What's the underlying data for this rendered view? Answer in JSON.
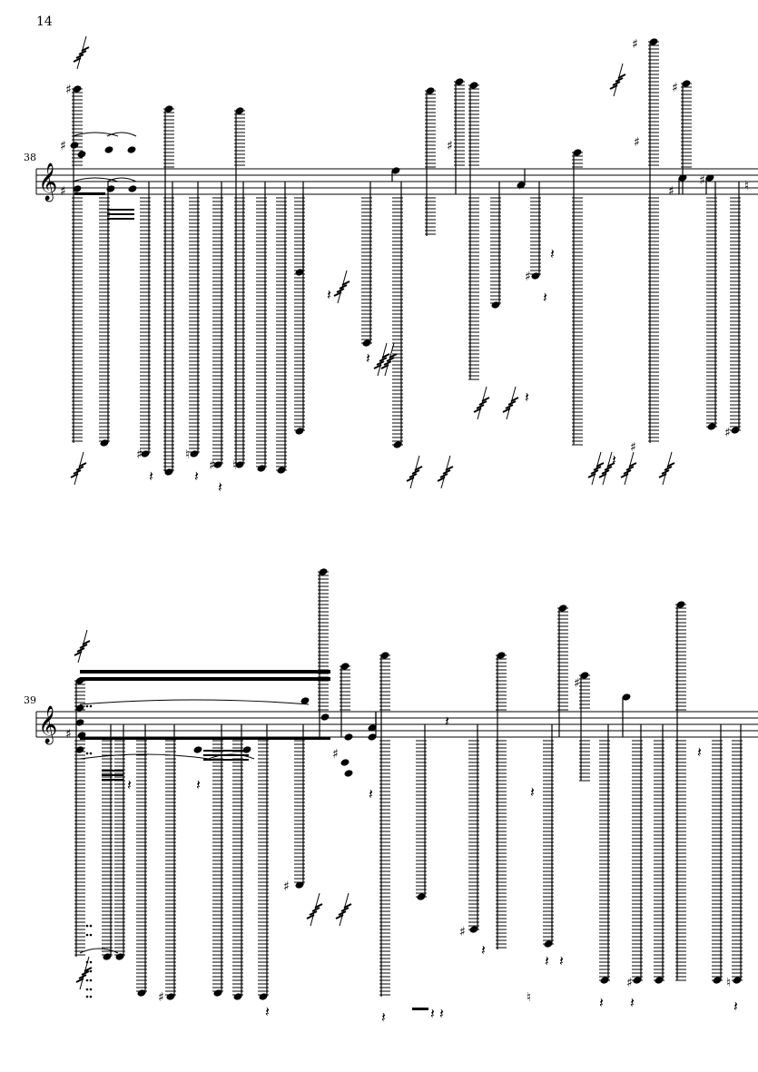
{
  "page": {
    "number": "14"
  },
  "systems": [
    {
      "id": "system-1",
      "measure_number": "38"
    },
    {
      "id": "system-2",
      "measure_number": "39"
    }
  ],
  "symbols": {
    "treble_clef": "𝄞",
    "sharp": "♯",
    "natural": "♮",
    "quarter_rest": "𝄽"
  }
}
